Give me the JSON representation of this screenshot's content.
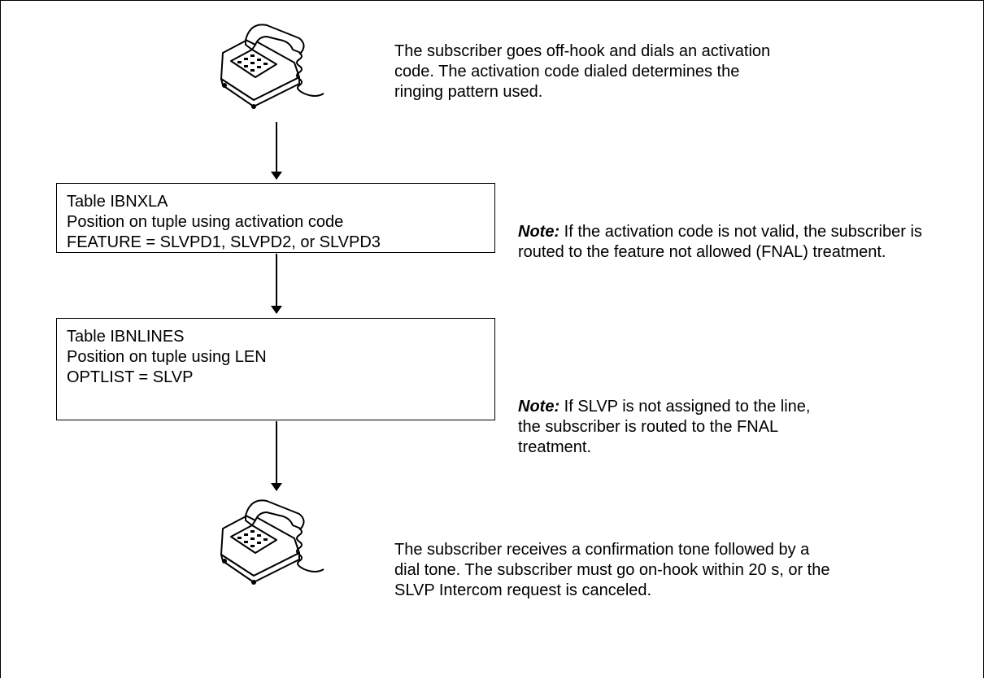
{
  "steps": {
    "start_text": "The subscriber goes off-hook and dials an activation code.  The activation code dialed determines the ringing pattern used.",
    "box1": {
      "line1": "Table IBNXLA",
      "line2": "Position on tuple using activation code",
      "line3": "FEATURE = SLVPD1, SLVPD2, or SLVPD3"
    },
    "note1": {
      "label": "Note:",
      "text": "If the activation code is not valid, the subscriber is routed to the feature not allowed (FNAL) treatment."
    },
    "box2": {
      "line1": "Table IBNLINES",
      "line2": "Position on tuple using LEN",
      "line3": "OPTLIST = SLVP"
    },
    "note2": {
      "label": "Note:",
      "text": "If SLVP is not assigned to the line, the subscriber is routed to the FNAL treatment."
    },
    "end_text": "The subscriber receives a confirmation tone followed by a dial tone.  The subscriber must go on-hook within 20 s, or the SLVP Intercom request is canceled."
  },
  "icons": {
    "start_phone": "telephone-icon",
    "end_phone": "telephone-icon"
  }
}
